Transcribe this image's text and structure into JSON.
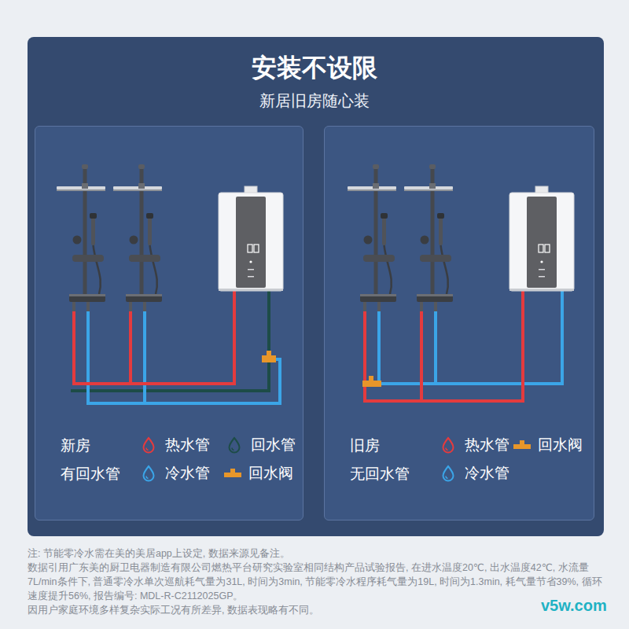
{
  "diagram": {
    "title": "安装不设限",
    "nodes": [
      {
        "text": [
          "新房",
          "有回水管"
        ]
      },
      {
        "text": [
          "旧房",
          "无回水管"
        ]
      }
    ],
    "labels": [
      "新居旧房随心装",
      "注: 节能零冷水需在美的美居app上设定, 数据来源见备注。",
      "数据引用广东美的厨卫电器制造有限公司燃热平台研究实验室相同结构产品试验报告, 在进水温度20℃, 出水温度42℃, 水流量7L/min条件下, 普通零冷水单次巡航耗气量为31L, 时间为3min, 节能零冷水程序耗气量为19L, 时间为1.3min, 耗气量节省39%, 循环速度提升56%, 报告编号: MDL-R-C2112025GP。",
      "因用户家庭环境多样复杂实际工况有所差异, 数据表现略有不同。",
      "v5w.com"
    ],
    "legend": [
      {
        "text": "热水管",
        "color": "#e43b3e"
      },
      {
        "text": "回水管",
        "color": "#1d4c47"
      },
      {
        "text": "冷水管",
        "color": "#3ba5e8"
      },
      {
        "text": "回水阀",
        "color": "#e7962a"
      },
      {
        "text": "热水管",
        "color": "#e43b3e"
      },
      {
        "text": "回水阀",
        "color": "#e7962a"
      },
      {
        "text": "冷水管",
        "color": "#3ba5e8"
      }
    ]
  }
}
